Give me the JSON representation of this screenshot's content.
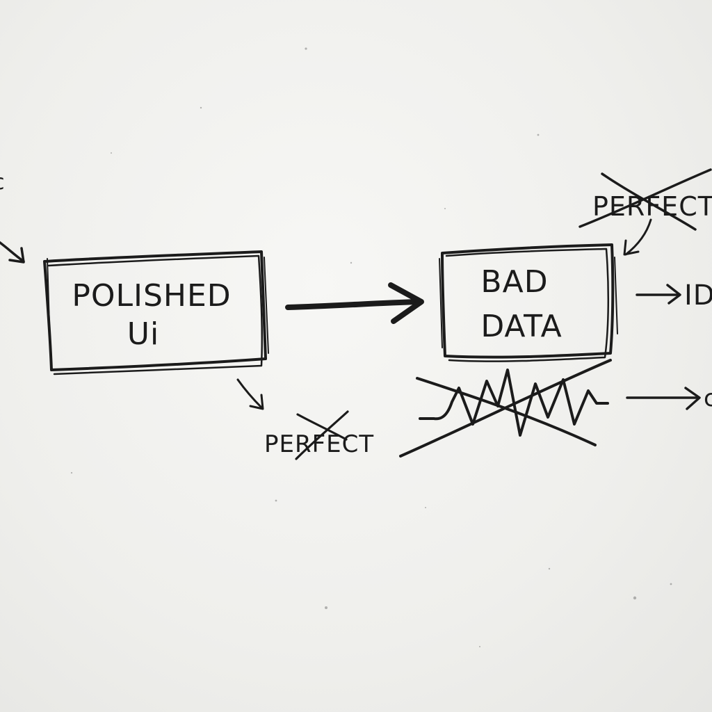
{
  "canvas": {
    "background": "#f2f2ef",
    "ink": "#1b1b1b"
  },
  "boxes": {
    "polished": {
      "line1": "POLISHED",
      "line2": "Ui"
    },
    "bad_data": {
      "line1": "BAD",
      "line2": "DATA"
    }
  },
  "labels": {
    "perfect_bottom": "PERFECT",
    "perfect_top": "PERFECT",
    "edge_left": "c",
    "edge_right_top": "ID",
    "edge_right_bottom": "c"
  }
}
